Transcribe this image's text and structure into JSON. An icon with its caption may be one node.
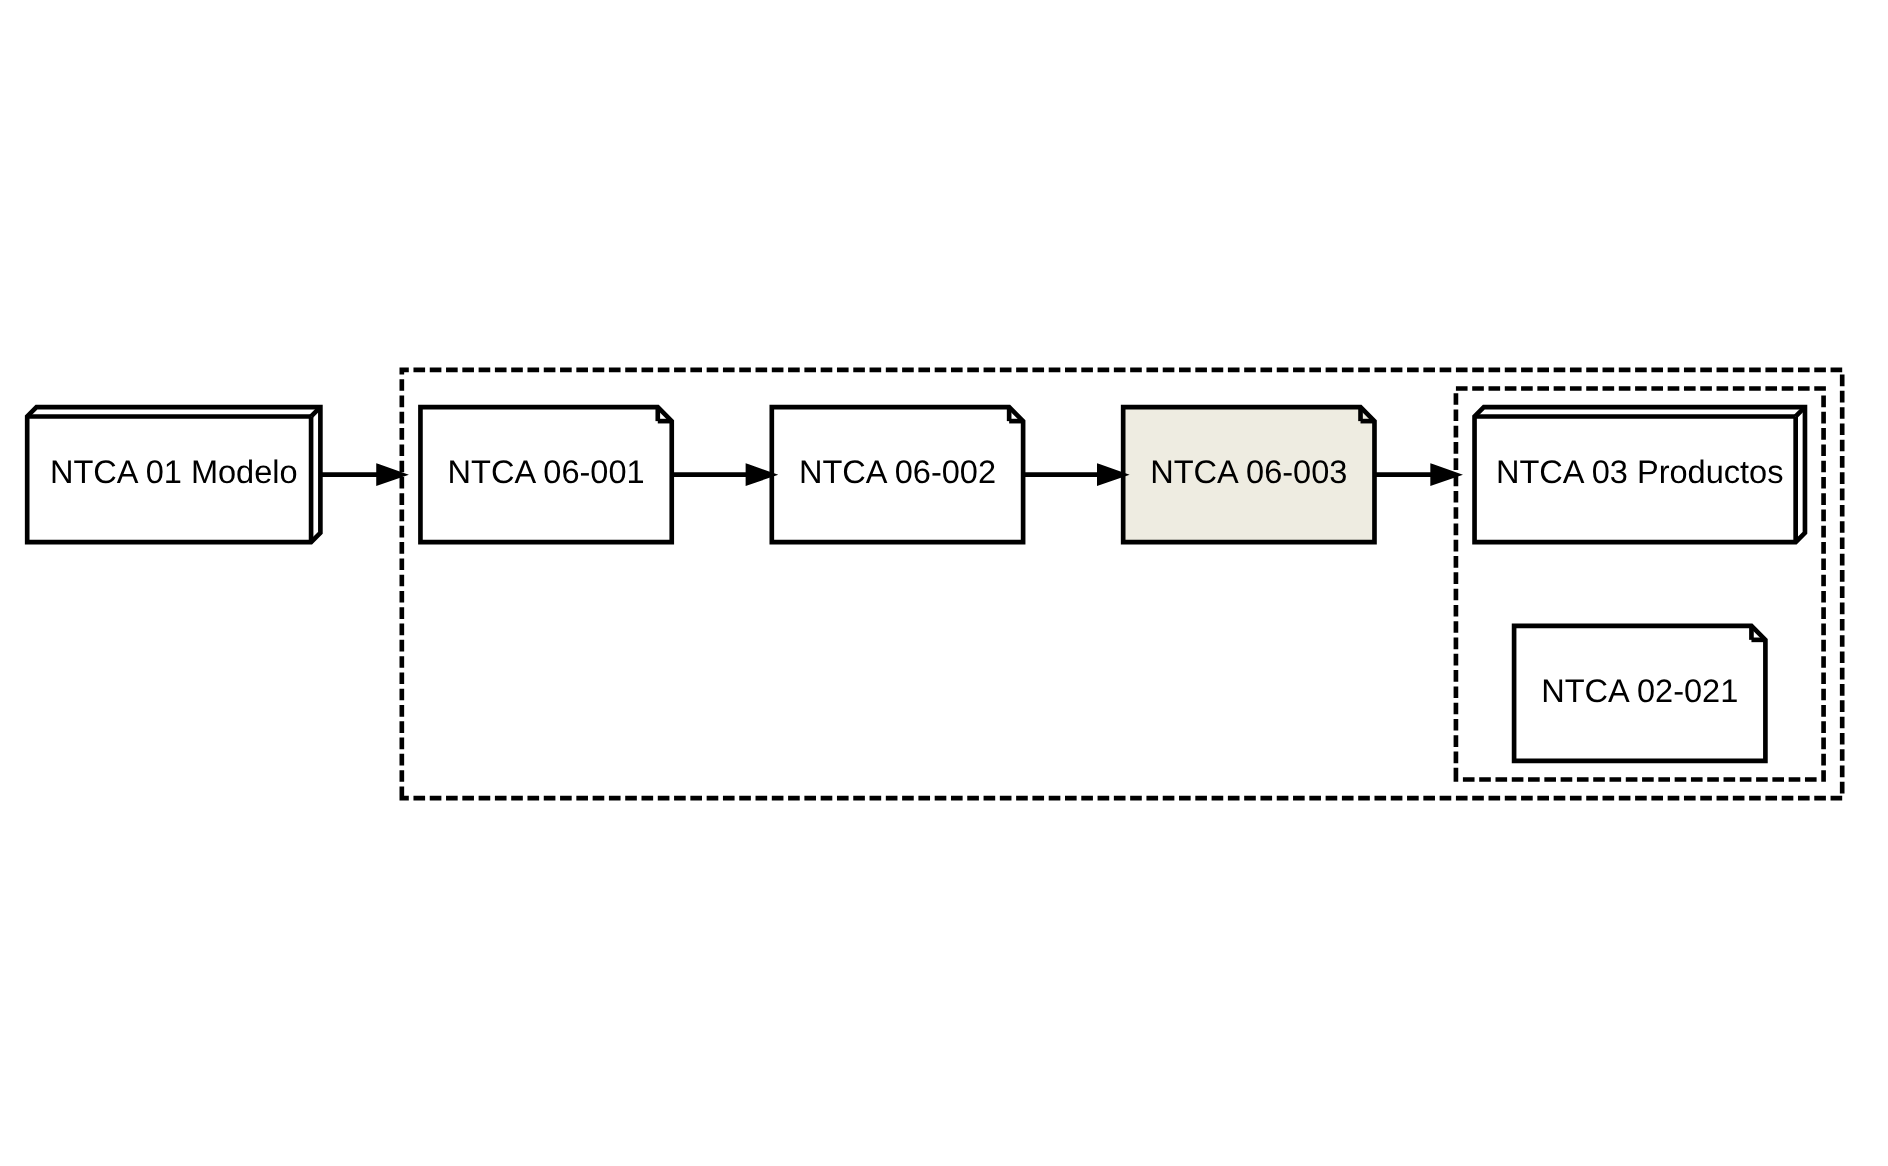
{
  "diagram": {
    "nodes": [
      {
        "text": [
          "NTCA 01 Modelo"
        ]
      },
      {
        "text": [],
        "shape": "box"
      },
      {
        "text": [
          "NTCA 06-001"
        ],
        "in": 1
      },
      {
        "text": [
          "NTCA 06-002"
        ],
        "in": 1
      },
      {
        "text": [
          "NTCA 06-003"
        ],
        "in": 1
      },
      {
        "text": [],
        "shape": "box",
        "in": 1
      },
      {
        "text": [
          "NTCA 03 Productos"
        ],
        "in": 5
      },
      {
        "text": [
          "NTCA 02-021"
        ],
        "in": 5
      }
    ],
    "edges": [
      {
        "from": 0,
        "to": 1,
        "arrow": "to"
      },
      {
        "from": 2,
        "to": 3,
        "arrow": "to"
      },
      {
        "from": 3,
        "to": 4,
        "arrow": "to"
      },
      {
        "from": 4,
        "to": 5,
        "arrow": "to"
      }
    ]
  }
}
